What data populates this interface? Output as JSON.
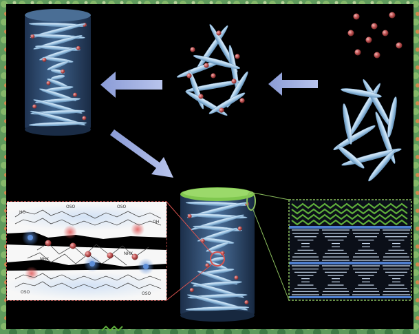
{
  "colors": {
    "background": "#000000",
    "frame": "#5f9a5c",
    "rod": "#a9cdea",
    "nanoparticle": "#c25555",
    "arrow": "#a9b7e3",
    "gel_cap": "#7fc74e",
    "cylinder": "#2d4a6e",
    "inset_red_border": "#d9534f",
    "inset_green_border": "#8bbf5d",
    "chevron_green": "#5fae3b",
    "lamella_blue": "#4f7fd0"
  },
  "icons": {
    "rod": "ellipsoidal-rod-icon",
    "nanoparticle": "red-sphere-icon",
    "cylinder": "tube-icon",
    "arrow": "block-arrow-icon",
    "chevron": "zigzag-chevron-icon"
  },
  "chem_inset": {
    "hydroxyl": "HO",
    "oso3_a": "OSO",
    "oso3_b": "OSO",
    "oso3_c": "OSO",
    "oso3_d": "OSO",
    "hydroxyl_b": "OH",
    "carboxyl_a": "NHX",
    "carboxyl_b": "NHX"
  }
}
